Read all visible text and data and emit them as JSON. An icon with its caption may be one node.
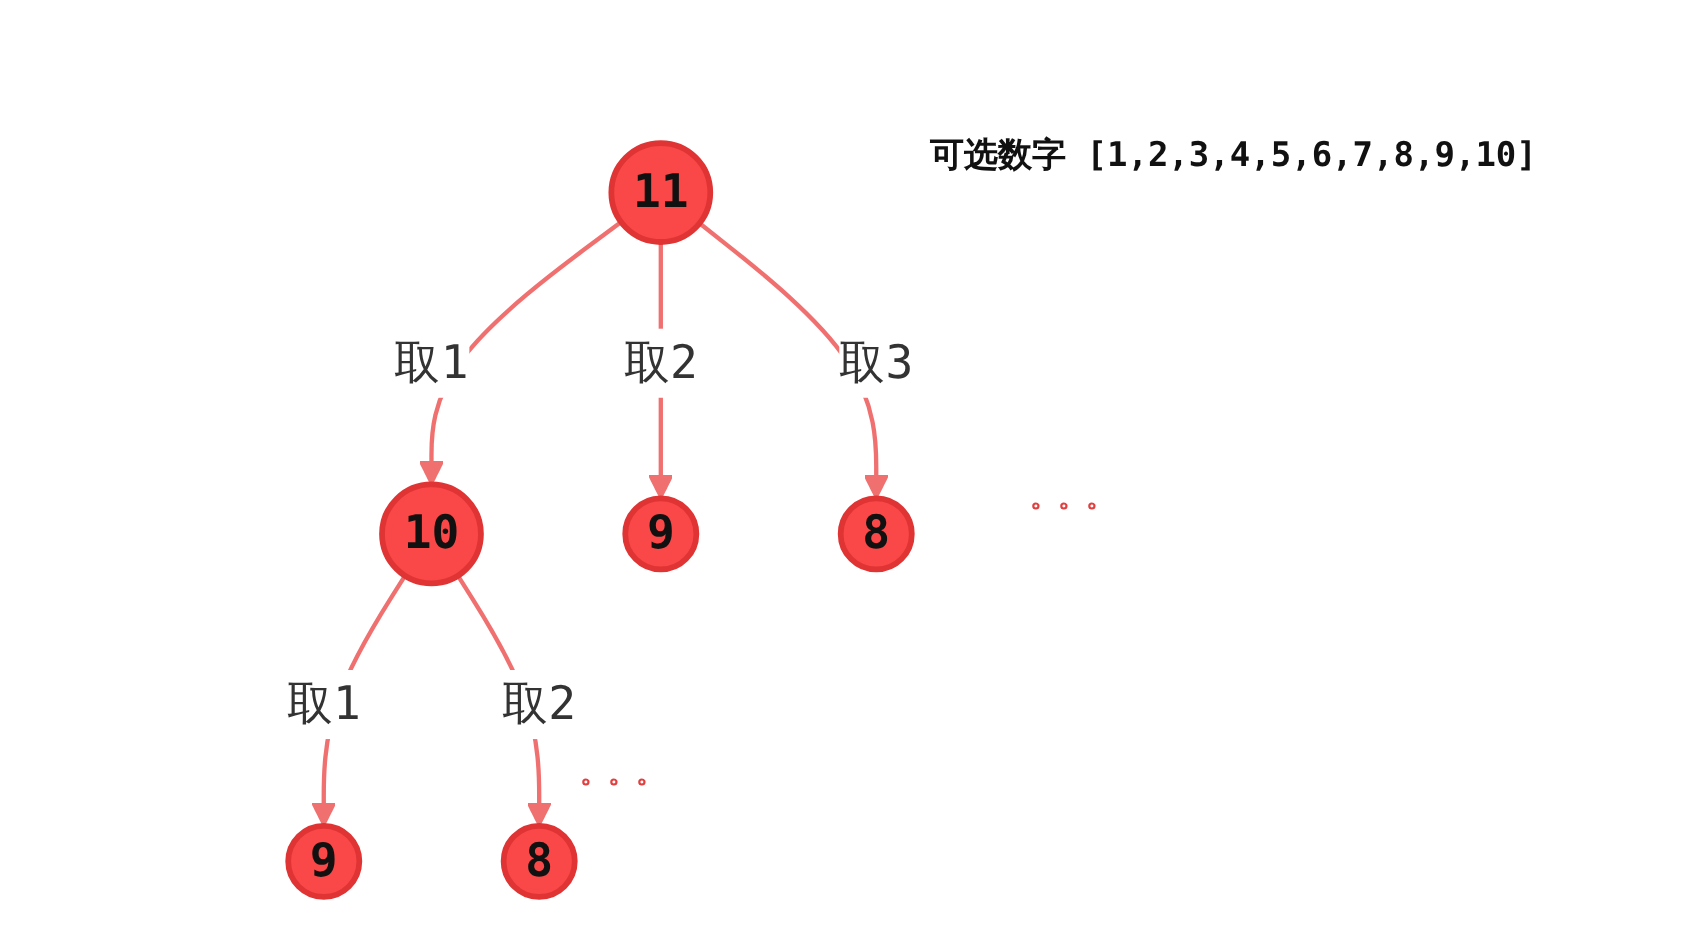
{
  "diagram": {
    "nodes": [
      {
        "text": [
          "11"
        ]
      },
      {
        "text": [
          "10"
        ]
      },
      {
        "text": [
          "9"
        ]
      },
      {
        "text": [
          "8"
        ]
      },
      {
        "text": [
          "9"
        ]
      },
      {
        "text": [
          "8"
        ]
      }
    ],
    "edges": [
      {
        "from": 0,
        "to": 1,
        "arrow": "to",
        "label": "取1"
      },
      {
        "from": 0,
        "to": 2,
        "arrow": "to",
        "label": "取2"
      },
      {
        "from": 0,
        "to": 3,
        "arrow": "to",
        "label": "取3"
      },
      {
        "from": 1,
        "to": 4,
        "arrow": "to",
        "label": "取1"
      },
      {
        "from": 1,
        "to": 5,
        "arrow": "to",
        "label": "取2"
      }
    ],
    "labels": [
      "可选数字 [1,2,3,4,5,6,7,8,9,10]",
      "。。。",
      "。。。"
    ]
  }
}
